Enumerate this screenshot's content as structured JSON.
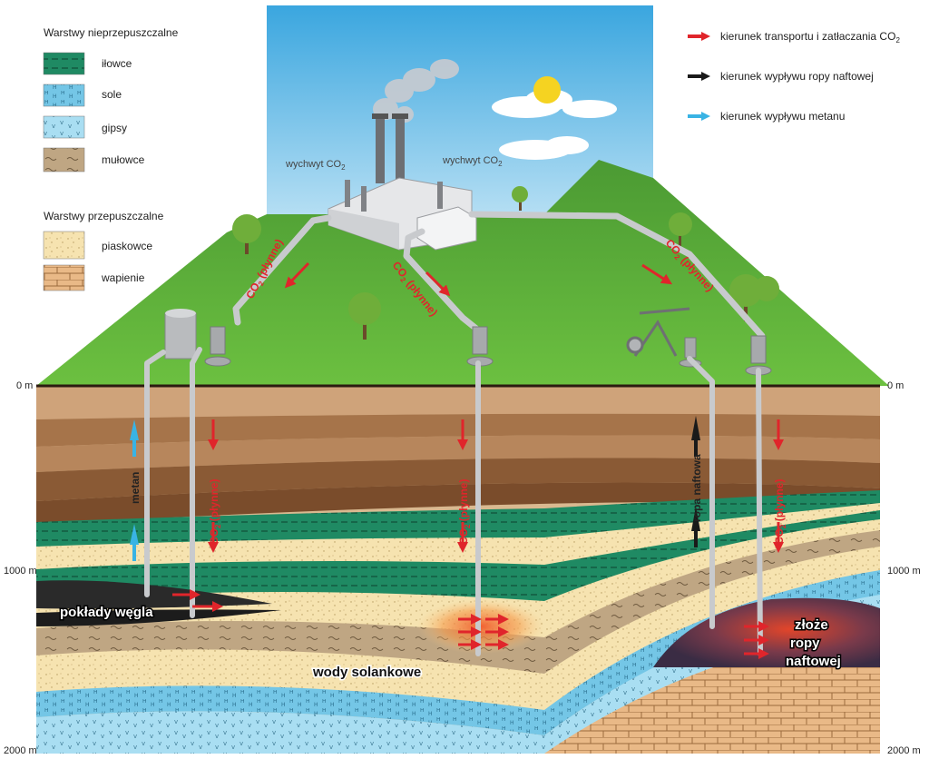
{
  "legend_impermeable": {
    "title": "Warstwy nieprzepuszczalne",
    "items": [
      {
        "label": "iłowce",
        "color": "#1f8a63"
      },
      {
        "label": "sole",
        "color": "#74c6e6"
      },
      {
        "label": "gipsy",
        "color": "#a9def2"
      },
      {
        "label": "mułowce",
        "color": "#bfa683"
      }
    ]
  },
  "legend_permeable": {
    "title": "Warstwy przepuszczalne",
    "items": [
      {
        "label": "piaskowce",
        "color": "#f6e3b0"
      },
      {
        "label": "wapienie",
        "color": "#e9b987"
      }
    ]
  },
  "arrow_legend": [
    {
      "prefix": "kierunek  transportu i zatłaczania CO",
      "sub": "2",
      "color": "#e0252b"
    },
    {
      "prefix": "kierunek  wypływu ropy naftowej",
      "sub": "",
      "color": "#1a1a1a"
    },
    {
      "prefix": "kierunek  wypływu metanu",
      "sub": "",
      "color": "#39b3e4"
    }
  ],
  "depth_labels": {
    "top_left": "0 m",
    "top_right": "0 m",
    "mid_left": "1000 m",
    "mid_right": "1000 m",
    "bottom_left": "2000 m",
    "bottom_right": "2000 m"
  },
  "capture": {
    "left_main": "wychwyt CO",
    "left_sub": "2",
    "right_main": "wychwyt CO",
    "right_sub": "2"
  },
  "flow_labels": {
    "co2_main": "CO",
    "co2_sub": "2",
    "co2_rest": " (płynne)",
    "metan": "metan",
    "ropa": "ropa  naftowa"
  },
  "zones": {
    "coal": "pokłady węgla",
    "brine": "wody solankowe",
    "oil_1": "złoże",
    "oil_2": "ropy",
    "oil_3": "naftowej"
  },
  "colors": {
    "sky": "#4fb3e4",
    "grass": "#58a83a",
    "co2_arrow": "#e0252b",
    "oil_arrow": "#1a1a1a",
    "methane_arrow": "#39b3e4"
  }
}
